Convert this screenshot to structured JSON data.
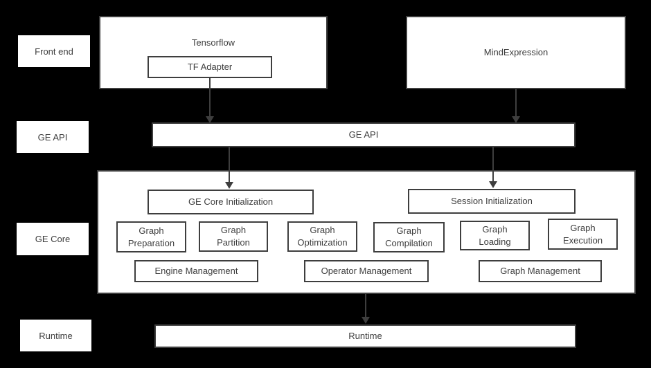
{
  "colors": {
    "background": "#000000",
    "box_fill": "#ffffff",
    "line": "#3e3e3e",
    "text": "#3d3d3d"
  },
  "row_labels": {
    "front_end": "Front end",
    "ge_api": "GE API",
    "ge_core": "GE Core",
    "runtime": "Runtime"
  },
  "front_end": {
    "tensorflow_title": "Tensorflow",
    "tf_adapter": "TF Adapter",
    "mind_expression": "MindExpression"
  },
  "ge_api": {
    "bar_label": "GE API"
  },
  "ge_core": {
    "init": [
      "GE Core Initialization",
      "Session Initialization"
    ],
    "pipeline": [
      "Graph Preparation",
      "Graph Partition",
      "Graph Optimization",
      "Graph Compilation",
      "Graph Loading",
      "Graph Execution"
    ],
    "management": [
      "Engine Management",
      "Operator Management",
      "Graph Management"
    ]
  },
  "runtime": {
    "bar_label": "Runtime"
  }
}
